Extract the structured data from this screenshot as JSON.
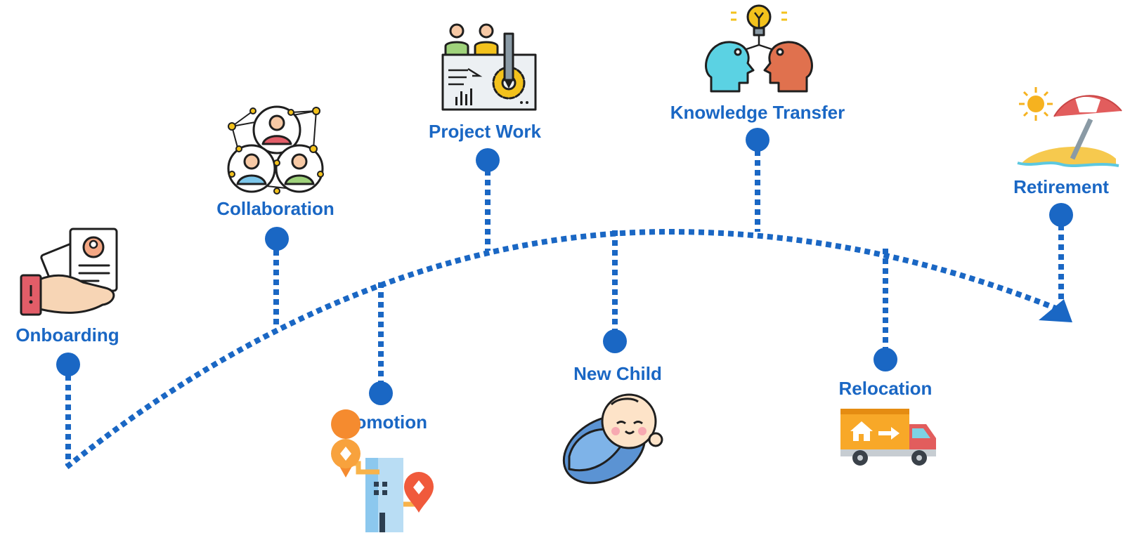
{
  "diagram": {
    "milestones": [
      {
        "id": "onboarding",
        "label": "Onboarding",
        "icon": "onboarding-hand-card-icon"
      },
      {
        "id": "collaboration",
        "label": "Collaboration",
        "icon": "collaboration-network-icon"
      },
      {
        "id": "promotion",
        "label": "Promotion",
        "icon": "promotion-building-icon"
      },
      {
        "id": "project-work",
        "label": "Project Work",
        "icon": "project-work-board-icon"
      },
      {
        "id": "new-child",
        "label": "New Child",
        "icon": "new-child-baby-icon"
      },
      {
        "id": "knowledge-transfer",
        "label": "Knowledge Transfer",
        "icon": "knowledge-transfer-heads-icon"
      },
      {
        "id": "relocation",
        "label": "Relocation",
        "icon": "relocation-truck-icon"
      },
      {
        "id": "retirement",
        "label": "Retirement",
        "icon": "retirement-beach-icon"
      }
    ],
    "colors": {
      "primary": "#1a67c4"
    }
  }
}
